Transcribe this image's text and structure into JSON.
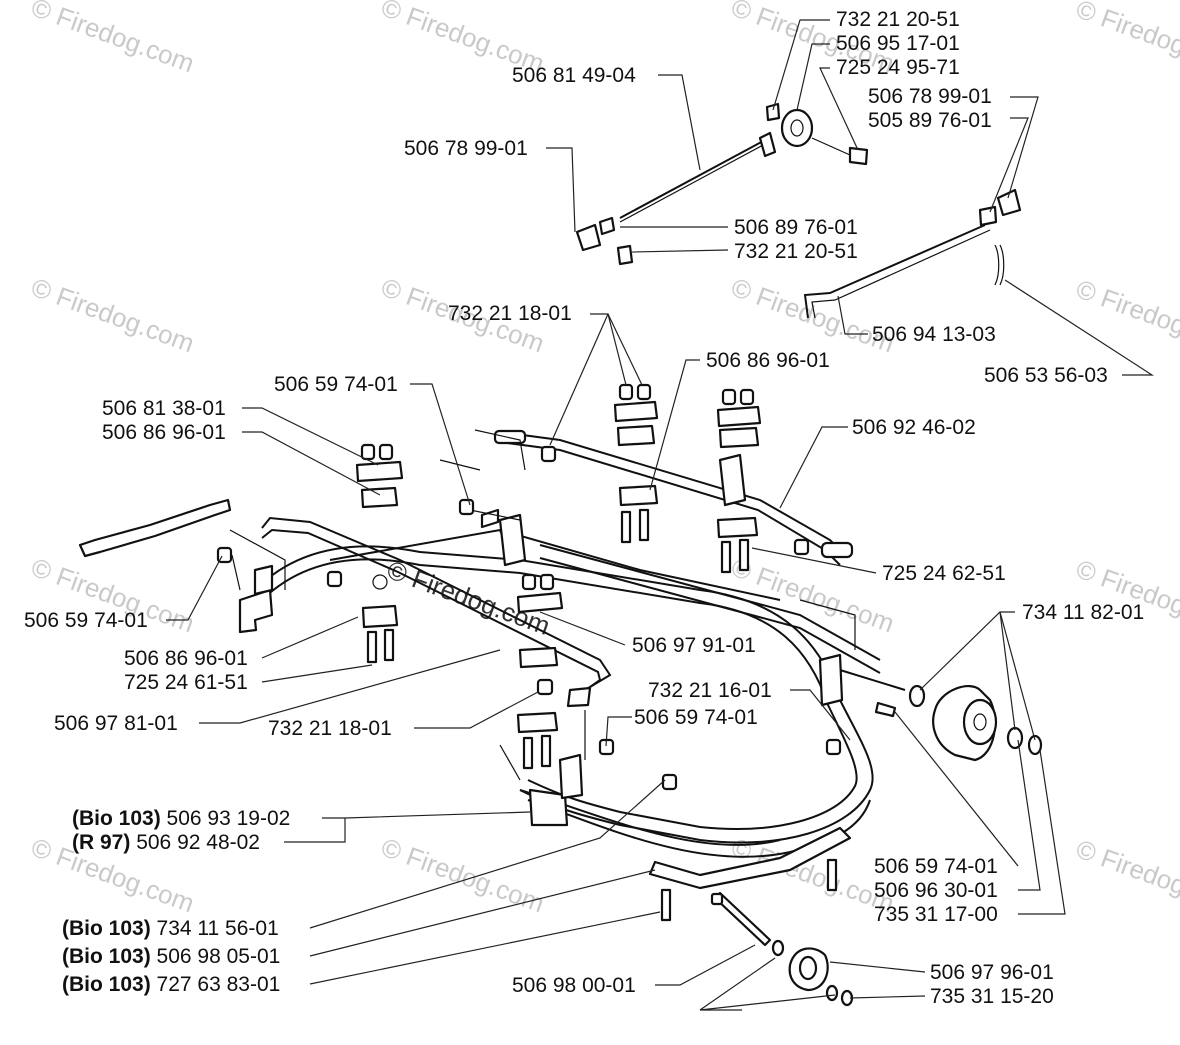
{
  "watermark": {
    "text": "Firedog.com",
    "copyright_symbol": "©",
    "center_text": "Firedog.com"
  },
  "labels": {
    "p732212051_top": "732 21 20-51",
    "p506951701": "506 95 17-01",
    "p725249571": "725 24 95-71",
    "p506814904": "506 81 49-04",
    "p506789901_right": "506 78 99-01",
    "p505897601": "505 89 76-01",
    "p506789901_left": "506 78 99-01",
    "p506897601": "506 89 76-01",
    "p732212051_mid": "732 21 20-51",
    "p732211801_top": "732 21 18-01",
    "p506941303": "506 94 13-03",
    "p506535603": "506 53 56-03",
    "p506869601_top": "506 86 96-01",
    "p506597401_a": "506 59 74-01",
    "p506813801": "506 81 38-01",
    "p506869601_left": "506 86 96-01",
    "p506924602": "506 92 46-02",
    "p725246251": "725 24 62-51",
    "p506597401_b": "506 59 74-01",
    "p734118201": "734 11 82-01",
    "p506979101": "506 97 91-01",
    "p506869601_low": "506 86 96-01",
    "p725246151": "725 24 61-51",
    "p732211601": "732 21 16-01",
    "p506597401_c": "506 59 74-01",
    "p506978101": "506 97 81-01",
    "p732211801_low": "732 21 18-01",
    "bio103_a_prefix": "(Bio 103)",
    "bio103_a_num": "506 93 19-02",
    "r97_prefix": "(R 97)",
    "r97_num": "506 92 48-02",
    "p506597401_d": "506 59 74-01",
    "p506963001": "506 96 30-01",
    "p735311700": "735 31 17-00",
    "bio103_b_prefix": "(Bio 103)",
    "bio103_b_num": "734 11 56-01",
    "bio103_c_prefix": "(Bio 103)",
    "bio103_c_num": "506 98 05-01",
    "bio103_d_prefix": "(Bio 103)",
    "bio103_d_num": "727 63 83-01",
    "p506980001": "506 98 00-01",
    "p506979601": "506 97 96-01",
    "p735311520": "735 31 15-20"
  }
}
